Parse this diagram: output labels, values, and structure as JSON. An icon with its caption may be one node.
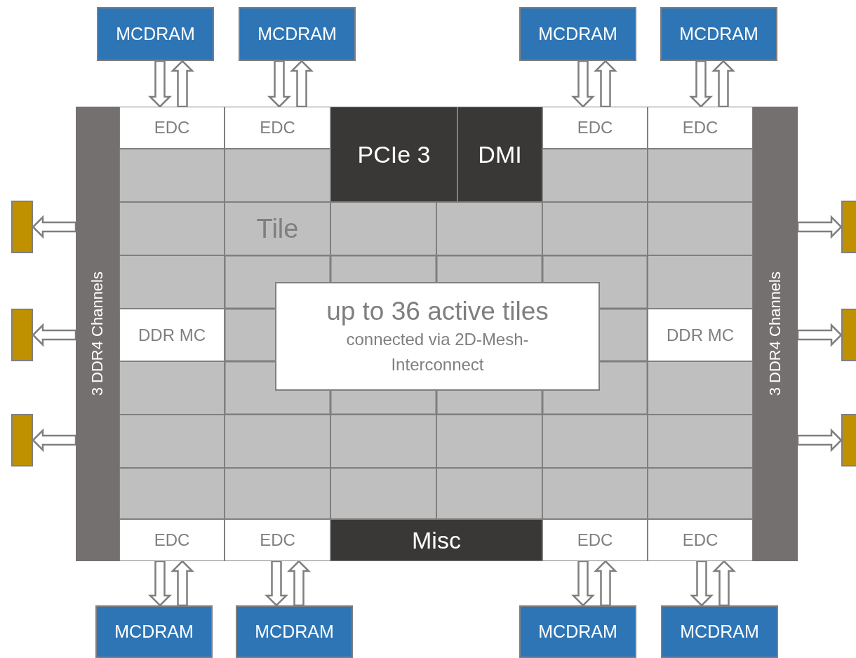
{
  "diagram": {
    "nodes": [
      {
        "text": [
          "MCDRAM"
        ]
      },
      {
        "text": [
          "MCDRAM"
        ]
      },
      {
        "text": [
          "MCDRAM"
        ]
      },
      {
        "text": [
          "MCDRAM"
        ]
      },
      {
        "text": [
          "EDC"
        ]
      },
      {
        "text": [
          "EDC"
        ]
      },
      {
        "text": [
          "PCIe 3"
        ]
      },
      {
        "text": [
          "DMI"
        ]
      },
      {
        "text": [
          "EDC"
        ]
      },
      {
        "text": [
          "EDC"
        ]
      },
      {
        "text": [
          "3 DDR4 Channels"
        ]
      },
      {
        "text": [
          "3 DDR4 Channels"
        ]
      },
      {
        "text": [],
        "shape": "box"
      },
      {
        "text": [],
        "shape": "box"
      },
      {
        "text": [],
        "shape": "box"
      },
      {
        "text": [],
        "shape": "box"
      },
      {
        "text": [],
        "shape": "box"
      },
      {
        "text": [],
        "shape": "box"
      },
      {
        "text": [],
        "shape": "box"
      },
      {
        "text": [],
        "shape": "box"
      },
      {
        "text": [],
        "shape": "box"
      },
      {
        "text": [],
        "shape": "box"
      },
      {
        "text": [],
        "shape": "box"
      },
      {
        "text": [
          "Tile"
        ]
      },
      {
        "text": [],
        "shape": "box"
      },
      {
        "text": [],
        "shape": "box"
      },
      {
        "text": [],
        "shape": "box"
      },
      {
        "text": [],
        "shape": "box"
      },
      {
        "text": [],
        "shape": "box"
      },
      {
        "text": [],
        "shape": "box"
      },
      {
        "text": [
          "DDR MC"
        ]
      },
      {
        "text": [
          "DDR MC"
        ]
      },
      {
        "text": [
          "up to 36 active tiles",
          "connected via 2D-Mesh-Interconnect"
        ]
      },
      {
        "text": [],
        "shape": "box"
      },
      {
        "text": [],
        "shape": "box"
      },
      {
        "text": [],
        "shape": "box"
      },
      {
        "text": [],
        "shape": "box"
      },
      {
        "text": [],
        "shape": "box"
      },
      {
        "text": [],
        "shape": "box"
      },
      {
        "text": [],
        "shape": "box"
      },
      {
        "text": [],
        "shape": "box"
      },
      {
        "text": [],
        "shape": "box"
      },
      {
        "text": [],
        "shape": "box"
      },
      {
        "text": [],
        "shape": "box"
      },
      {
        "text": [],
        "shape": "box"
      },
      {
        "text": [],
        "shape": "box"
      },
      {
        "text": [],
        "shape": "box"
      },
      {
        "text": [
          "EDC"
        ]
      },
      {
        "text": [
          "EDC"
        ]
      },
      {
        "text": [
          "Misc"
        ]
      },
      {
        "text": [
          "EDC"
        ]
      },
      {
        "text": [
          "EDC"
        ]
      },
      {
        "text": [
          "MCDRAM"
        ]
      },
      {
        "text": [
          "MCDRAM"
        ]
      },
      {
        "text": [
          "MCDRAM"
        ]
      },
      {
        "text": [
          "MCDRAM"
        ]
      }
    ],
    "edges": [
      {
        "from": 0,
        "to": 4,
        "arrow": "to"
      },
      {
        "from": 4,
        "to": 0,
        "arrow": "to"
      },
      {
        "from": 1,
        "to": 5,
        "arrow": "to"
      },
      {
        "from": 5,
        "to": 1,
        "arrow": "to"
      },
      {
        "from": 2,
        "to": 8,
        "arrow": "to"
      },
      {
        "from": 8,
        "to": 2,
        "arrow": "to"
      },
      {
        "from": 3,
        "to": 9,
        "arrow": "to"
      },
      {
        "from": 9,
        "to": 3,
        "arrow": "to"
      },
      {
        "from": 10,
        "to": 12,
        "arrow": "to"
      },
      {
        "from": 10,
        "to": 13,
        "arrow": "to"
      },
      {
        "from": 10,
        "to": 14,
        "arrow": "to"
      },
      {
        "from": 11,
        "to": 15,
        "arrow": "to"
      },
      {
        "from": 11,
        "to": 16,
        "arrow": "to"
      },
      {
        "from": 11,
        "to": 17,
        "arrow": "to"
      },
      {
        "from": 47,
        "to": 52,
        "arrow": "to"
      },
      {
        "from": 52,
        "to": 47,
        "arrow": "to"
      },
      {
        "from": 48,
        "to": 53,
        "arrow": "to"
      },
      {
        "from": 53,
        "to": 48,
        "arrow": "to"
      },
      {
        "from": 50,
        "to": 54,
        "arrow": "to"
      },
      {
        "from": 54,
        "to": 50,
        "arrow": "to"
      },
      {
        "from": 51,
        "to": 55,
        "arrow": "to"
      },
      {
        "from": 55,
        "to": 51,
        "arrow": "to"
      }
    ]
  }
}
